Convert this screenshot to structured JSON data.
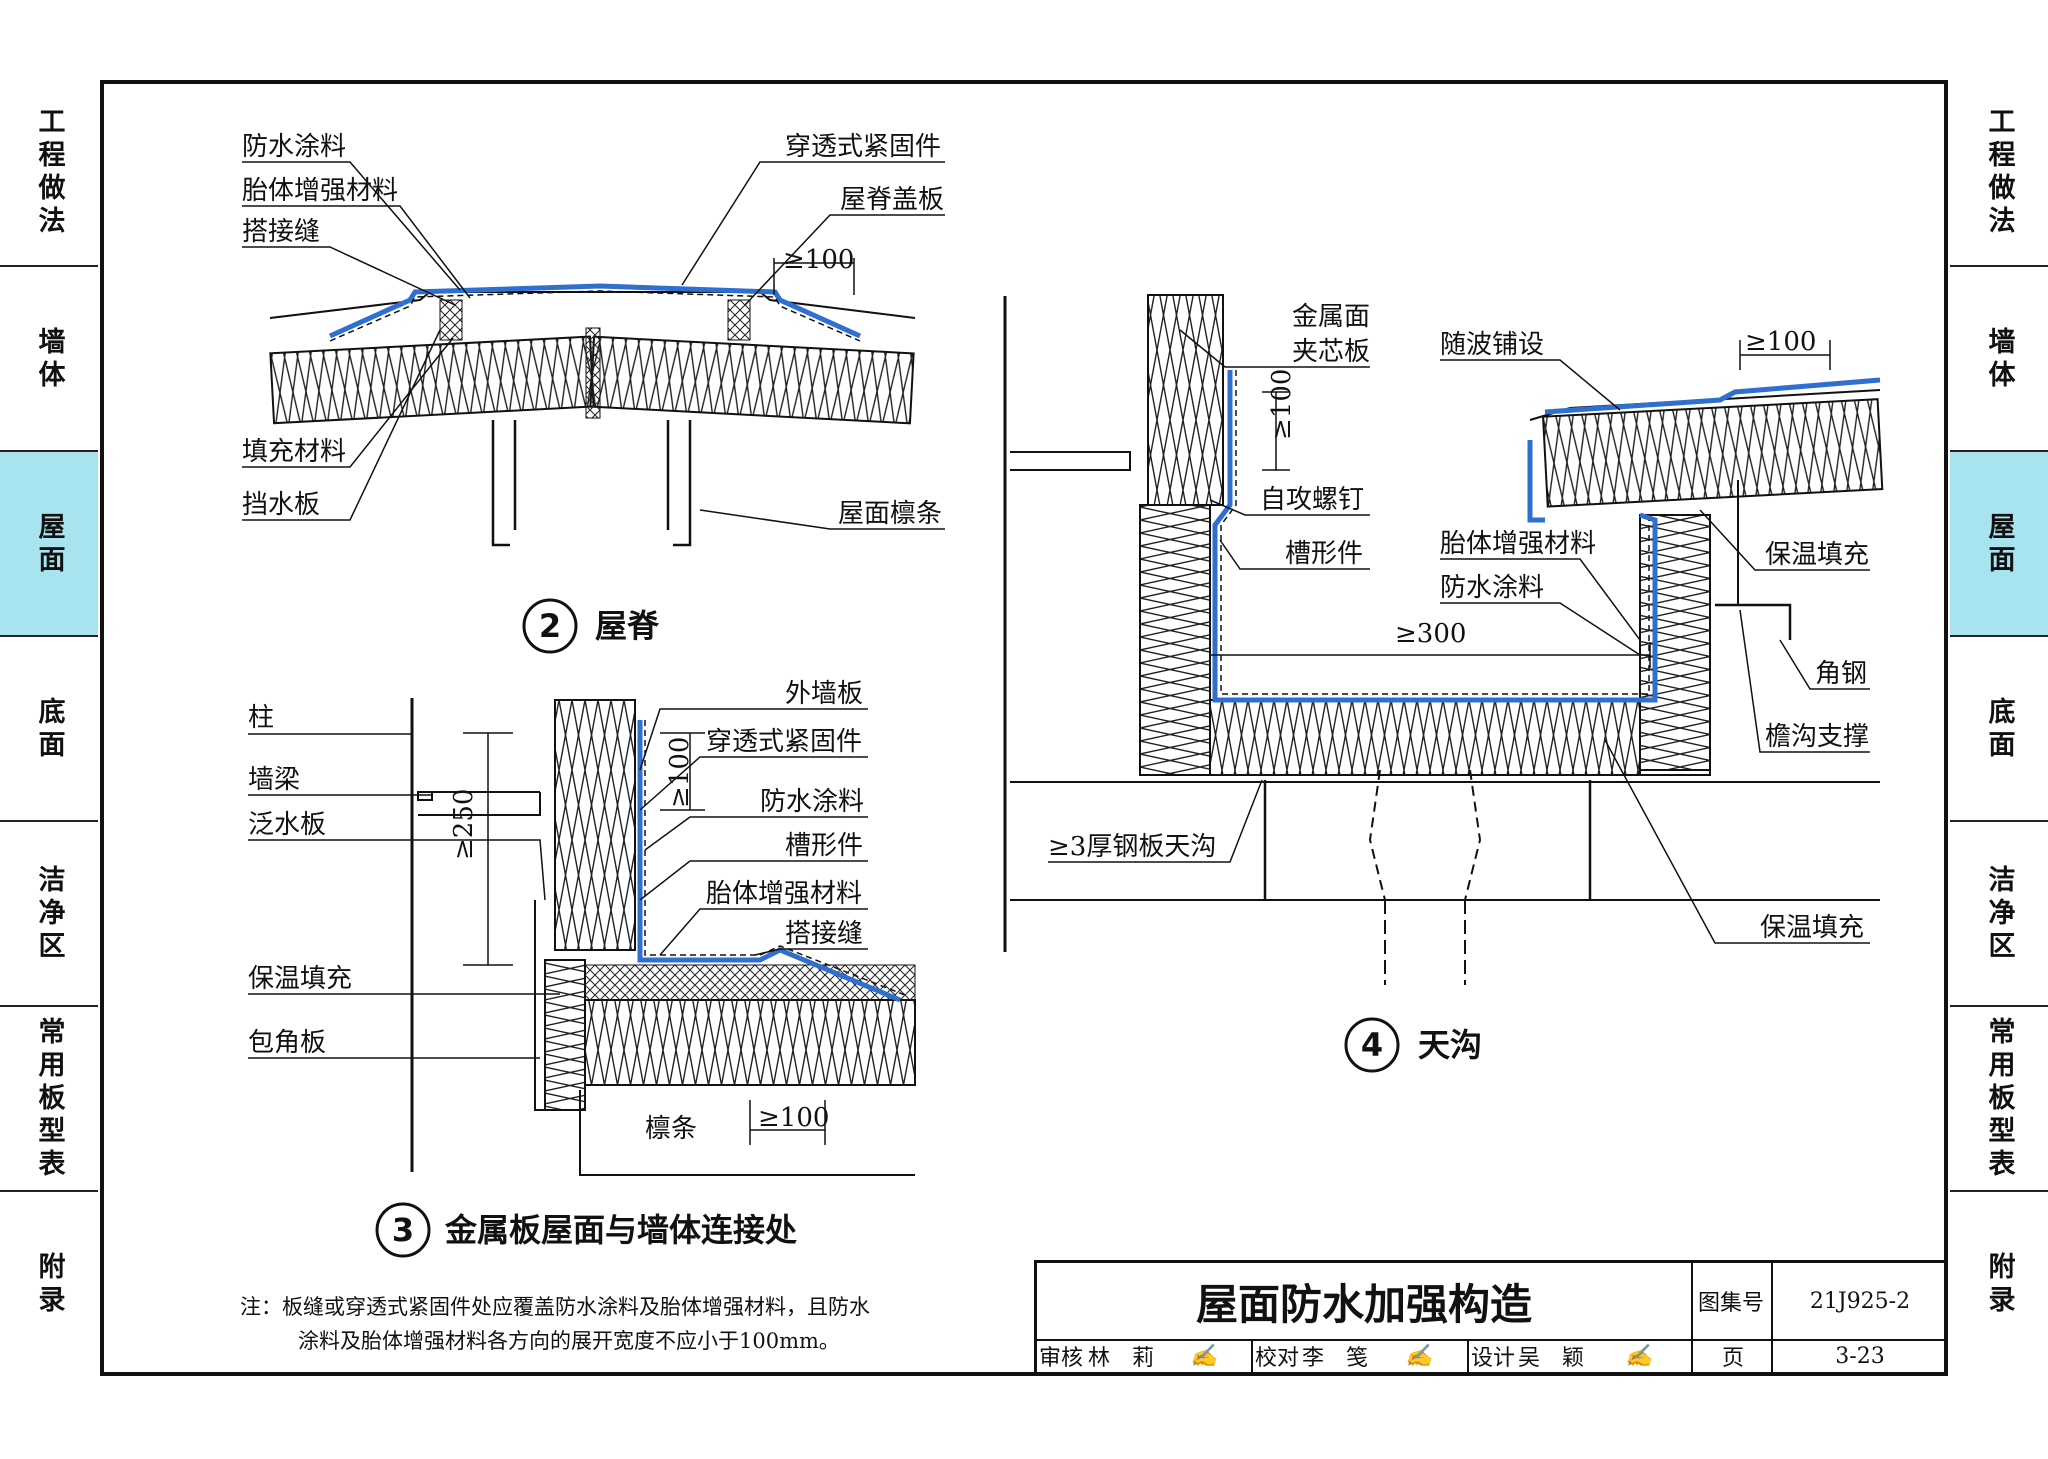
{
  "side_tabs": [
    {
      "label": "工程做法"
    },
    {
      "label": "墙体"
    },
    {
      "label": "屋面"
    },
    {
      "label": "底面"
    },
    {
      "label": "洁净区"
    },
    {
      "label": "常用板型表"
    },
    {
      "label": "附录"
    }
  ],
  "active_tab": "屋面",
  "detail2": {
    "number": "2",
    "title": "屋脊",
    "labels": {
      "waterproof_coating": "防水涂料",
      "reinforcement": "胎体增强材料",
      "lap_joint": "搭接缝",
      "fastener": "穿透式紧固件",
      "ridge_cap": "屋脊盖板",
      "dim100": "≥100",
      "filler": "填充材料",
      "water_stop": "挡水板",
      "purlin": "屋面檩条"
    }
  },
  "detail3": {
    "number": "3",
    "title": "金属板屋面与墙体连接处",
    "labels": {
      "column": "柱",
      "wall_beam": "墙梁",
      "flashing": "泛水板",
      "insulation_fill": "保温填充",
      "corner_plate": "包角板",
      "outer_wall": "外墙板",
      "fastener": "穿透式紧固件",
      "waterproof_coating": "防水涂料",
      "channel": "槽形件",
      "reinforcement": "胎体增强材料",
      "lap_joint": "搭接缝",
      "purlin": "檩条",
      "dim250": "≥250",
      "dim100a": "≥100",
      "dim100b": "≥100"
    }
  },
  "detail4": {
    "number": "4",
    "title": "天沟",
    "labels": {
      "metal_sandwich_1": "金属面",
      "metal_sandwich_2": "夹芯板",
      "dim100a": "≥100",
      "screw": "自攻螺钉",
      "channel": "槽形件",
      "follow_wave": "随波铺设",
      "dim100b": "≥100",
      "reinforcement": "胎体增强材料",
      "waterproof_coating": "防水涂料",
      "insulation_fill_1": "保温填充",
      "dim300": "≥300",
      "angle_steel": "角钢",
      "gutter_support": "檐沟支撑",
      "steel_gutter": "≥3厚钢板天沟",
      "insulation_fill_2": "保温填充"
    }
  },
  "note": {
    "line1": "注：板缝或穿透式紧固件处应覆盖防水涂料及胎体增强材料，且防水",
    "line2": "涂料及胎体增强材料各方向的展开宽度不应小于100mm。"
  },
  "title_block": {
    "title": "屋面防水加强构造",
    "atlas_label": "图集号",
    "atlas_no": "21J925-2",
    "review_label": "审核",
    "reviewer": "林　莉",
    "check_label": "校对",
    "checker": "李　笺",
    "design_label": "设计",
    "designer": "吴　颖",
    "page_label": "页",
    "page_no": "3-23"
  },
  "colors": {
    "membrane": "#2e6fd0",
    "tab_active": "#a8e4ef",
    "line": "#111111"
  }
}
